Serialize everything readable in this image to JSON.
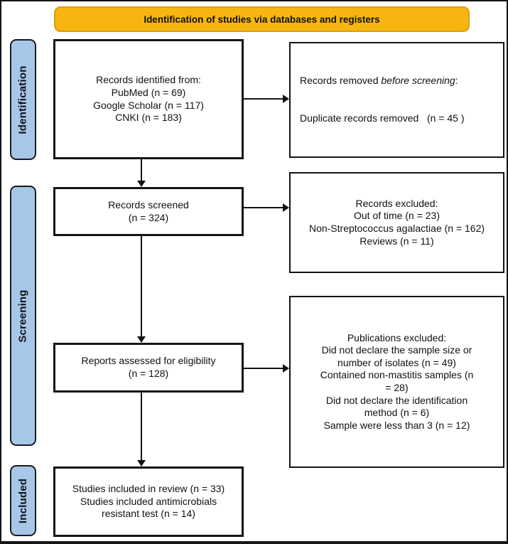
{
  "colors": {
    "banner_bg": "#F6B60F",
    "banner_border": "#DB9E10",
    "stage_bg": "#A7C7E8",
    "line": "#141414"
  },
  "banner": {
    "label": "Identification of studies via databases and registers"
  },
  "stages": {
    "identification": "Identification",
    "screening": "Screening",
    "included": "Included"
  },
  "boxes": {
    "records_identified": "Records identified from:\nPubMed (n = 69)\nGoogle Scholar (n = 117)\nCNKI (n = 183)",
    "records_removed": {
      "line1_prefix": "Records removed ",
      "line1_italic": "before screening",
      "line1_suffix": ":",
      "line2": "Duplicate records removed   (n = 45 )"
    },
    "records_screened": "Records screened\n(n = 324)",
    "records_excluded": "Records excluded:\nOut of time (n = 23)\nNon-Streptococcus agalactiae (n = 162)\nReviews (n = 11)",
    "reports_assessed": "Reports assessed for eligibility\n(n = 128)",
    "publications_excluded": "Publications excluded:\nDid not declare the sample size or\nnumber of isolates (n = 49)\nContained non-mastitis samples (n\n= 28)\nDid not declare the identification\nmethod (n = 6)\nSample were less than 3 (n = 12)",
    "studies_included": "Studies included in review (n = 33)\nStudies included antimicrobials\nresistant test (n = 14)"
  }
}
